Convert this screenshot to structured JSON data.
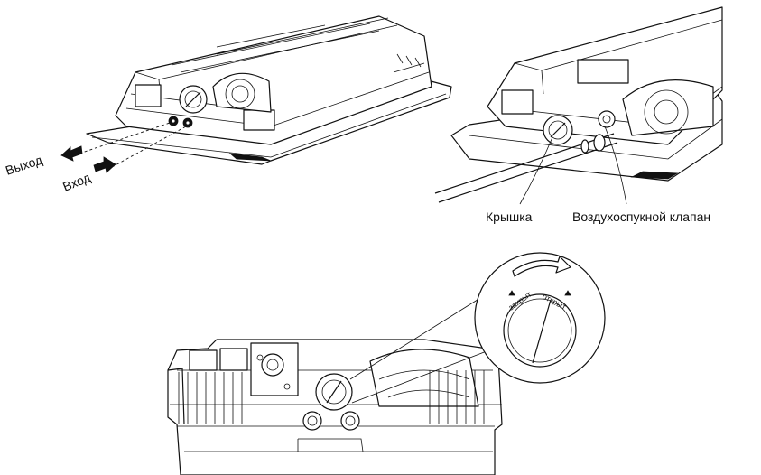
{
  "labels": {
    "outlet": "Выход",
    "inlet": "Вход",
    "cap": "Крышка",
    "air_vent": "Воздухоспукной клапан",
    "dial_close": "закрыт",
    "dial_open": "открыт"
  }
}
